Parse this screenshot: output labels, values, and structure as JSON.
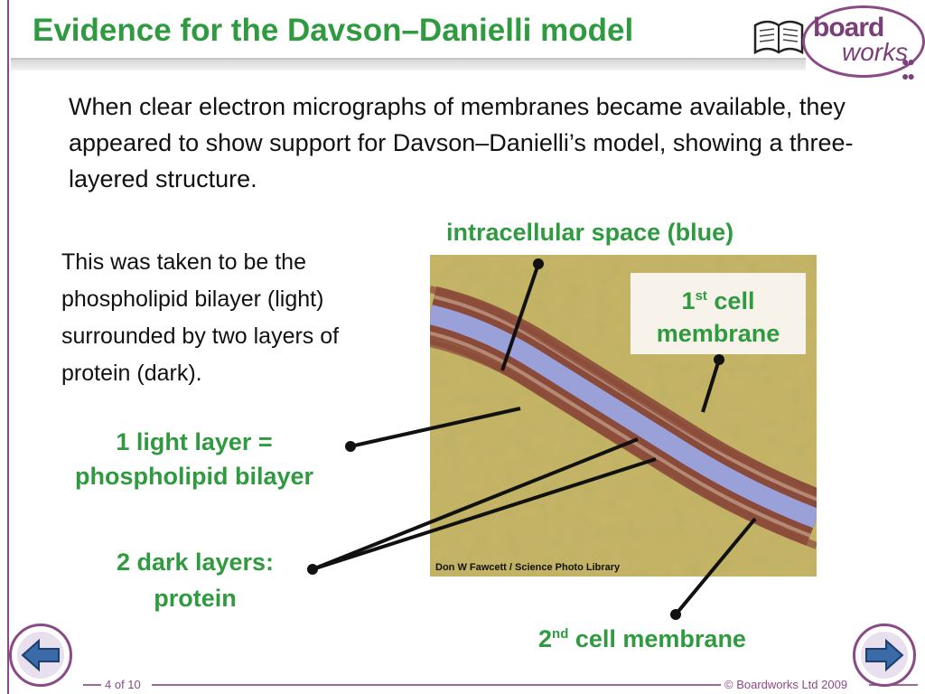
{
  "slide": {
    "title": "Evidence for the Davson–Danielli model",
    "intro": "When clear electron micrographs of membranes became available, they appeared to show support for Davson–Danielli’s model, showing a three-layered structure.",
    "left_paragraph": "This was taken to be the phospholipid bilayer (light) surrounded by two layers of protein (dark).",
    "labels": {
      "intracellular": "intracellular space (blue)",
      "first_membrane_number": "1",
      "first_membrane_sup": "st",
      "first_membrane_rest": " cell",
      "first_membrane_line2": "membrane",
      "light_layer_line1": "1 light layer =",
      "light_layer_line2": "phospholipid bilayer",
      "dark_layers_line1": "2 dark layers:",
      "dark_layers_line2": "protein",
      "second_membrane_number": "2",
      "second_membrane_sup": "nd",
      "second_membrane_rest": " cell membrane"
    },
    "image_credit": "Don W Fawcett / Science Photo Library"
  },
  "logo": {
    "line1": "board",
    "line2": "works"
  },
  "footer": {
    "page": "4 of 10",
    "copyright": "© Boardworks Ltd 2009"
  },
  "icons": [
    "book-icon",
    "back-arrow-icon",
    "forward-arrow-icon"
  ],
  "colors": {
    "title_green": "#2f9a3f",
    "brand_purple": "#8a4a86",
    "arrow_blue": "#3a6aa8"
  }
}
